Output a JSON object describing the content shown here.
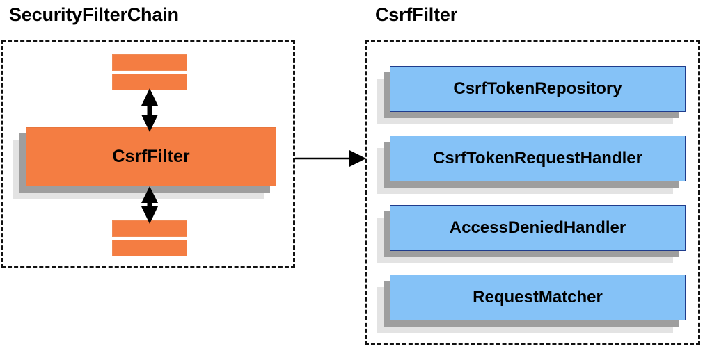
{
  "diagram": {
    "title_left": "SecurityFilterChain",
    "title_right": "CsrfFilter",
    "colors": {
      "orange_fill": "#F47D42",
      "blue_fill": "#85C2F7",
      "blue_border": "#1F3C8C",
      "shadow_mid": "#9E9E9E",
      "shadow_back": "#E3E3E3",
      "panel_border": "#111111",
      "text": "#000000"
    }
  },
  "left_panel": {
    "title": "SecurityFilterChain",
    "main_box": {
      "label": "CsrfFilter"
    },
    "stubs_top": [
      {
        "label": ""
      },
      {
        "label": ""
      }
    ],
    "stubs_bottom": [
      {
        "label": ""
      },
      {
        "label": ""
      }
    ],
    "arrows": [
      {
        "name": "filter-chain-up-down-top",
        "direction": "bidirectional-vertical"
      },
      {
        "name": "filter-chain-up-down-bottom",
        "direction": "bidirectional-vertical"
      }
    ]
  },
  "right_panel": {
    "title": "CsrfFilter",
    "components": [
      {
        "label": "CsrfTokenRepository"
      },
      {
        "label": "CsrfTokenRequestHandler"
      },
      {
        "label": "AccessDeniedHandler"
      },
      {
        "label": "RequestMatcher"
      }
    ]
  },
  "connector": {
    "name": "left-to-right-arrow",
    "direction": "right",
    "label": ""
  }
}
